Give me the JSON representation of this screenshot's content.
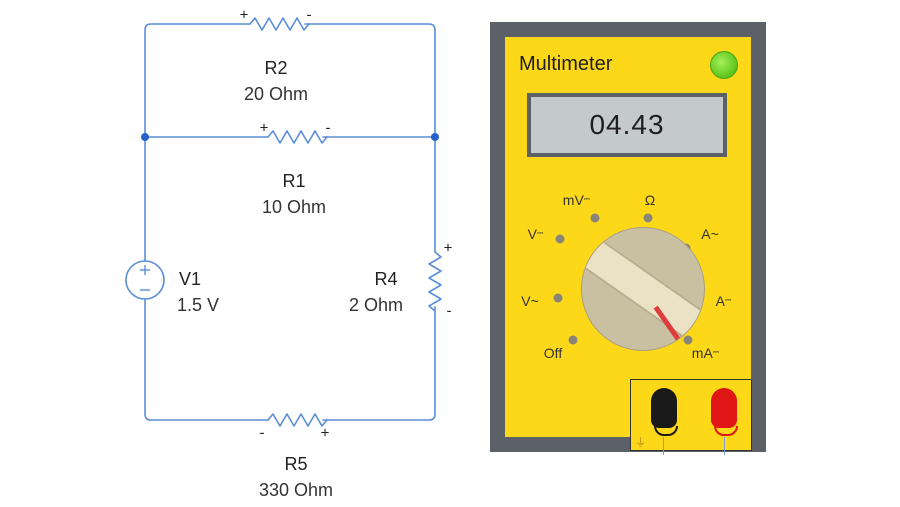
{
  "circuit": {
    "r2": {
      "name": "R2",
      "value": "20 Ohm"
    },
    "r1": {
      "name": "R1",
      "value": "10 Ohm"
    },
    "v1": {
      "name": "V1",
      "value": "1.5 V"
    },
    "r4": {
      "name": "R4",
      "value": "2 Ohm"
    },
    "r5": {
      "name": "R5",
      "value": "330 Ohm"
    },
    "polarity": {
      "plus": "+",
      "minus": "-"
    },
    "wire_color": "#5b8ed6"
  },
  "multimeter": {
    "title": "Multimeter",
    "reading": "04.43",
    "modes": {
      "mv": "mV",
      "ohm": "Ω",
      "vdc": "V",
      "aac": "A~",
      "vac": "V~",
      "adc": "A",
      "off": "Off",
      "madc": "mA"
    },
    "dc_symbol": "⎓",
    "ground_glyph": "⏚",
    "colors": {
      "body": "#fdd819",
      "frame": "#5b6166",
      "led": "#5cc41a",
      "pointer": "#e03c3c"
    }
  }
}
